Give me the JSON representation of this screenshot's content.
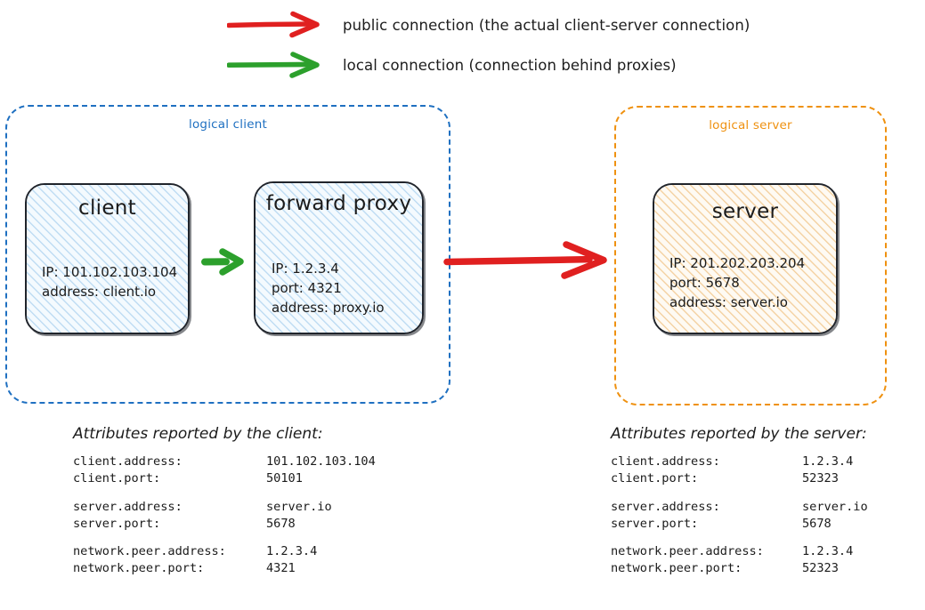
{
  "legend": {
    "items": [
      {
        "icon": "red-arrow-icon",
        "color": "#e02020",
        "label": "public connection (the actual client-server connection)"
      },
      {
        "icon": "green-arrow-icon",
        "color": "#2ca02c",
        "label": "local connection (connection behind proxies)"
      }
    ]
  },
  "diagram": {
    "client_zone": {
      "label": "logical client",
      "color": "#1f70c1",
      "nodes": {
        "client": {
          "title": "client",
          "details": "IP: 101.102.103.104\naddress: client.io",
          "fill": "#eaf4fc",
          "hatch_color": "#b9d9f2"
        },
        "proxy": {
          "title": "forward\nproxy",
          "details": "IP: 1.2.3.4\nport: 4321\naddress: proxy.io",
          "fill": "#eaf4fc",
          "hatch_color": "#b9d9f2"
        }
      },
      "internal_connector": "green-arrow-icon"
    },
    "server_zone": {
      "label": "logical server",
      "color": "#ef9110",
      "nodes": {
        "server": {
          "title": "server",
          "details": "IP: 201.202.203.204\nport: 5678\naddress: server.io",
          "fill": "#fdf4e6",
          "hatch_color": "#f3ce9b"
        }
      }
    },
    "public_connector": "red-arrow-icon"
  },
  "attributes_client": {
    "heading": "Attributes reported by the client:",
    "groups": [
      [
        {
          "key": "client.address:",
          "value": "101.102.103.104"
        },
        {
          "key": "client.port:",
          "value": "50101"
        }
      ],
      [
        {
          "key": "server.address:",
          "value": "server.io"
        },
        {
          "key": "server.port:",
          "value": "5678"
        }
      ],
      [
        {
          "key": "network.peer.address:",
          "value": "1.2.3.4"
        },
        {
          "key": "network.peer.port:",
          "value": "4321"
        }
      ]
    ]
  },
  "attributes_server": {
    "heading": "Attributes reported by the server:",
    "groups": [
      [
        {
          "key": "client.address:",
          "value": "1.2.3.4"
        },
        {
          "key": "client.port:",
          "value": "52323"
        }
      ],
      [
        {
          "key": "server.address:",
          "value": "server.io"
        },
        {
          "key": "server.port:",
          "value": "5678"
        }
      ],
      [
        {
          "key": "network.peer.address:",
          "value": "1.2.3.4"
        },
        {
          "key": "network.peer.port:",
          "value": "52323"
        }
      ]
    ]
  }
}
